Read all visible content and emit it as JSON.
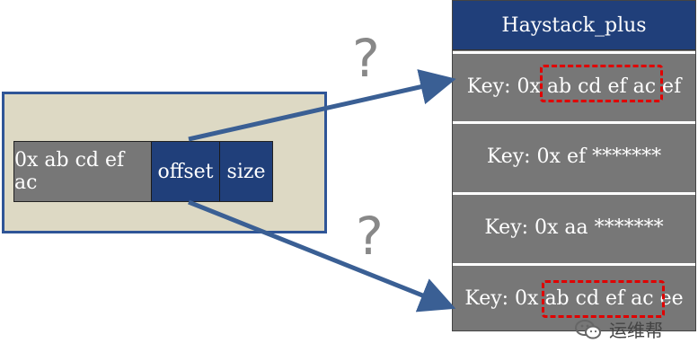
{
  "needle": {
    "key_label": "0x ab cd ef ac",
    "offset_label": "offset",
    "size_label": "size"
  },
  "haystack": {
    "title": "Haystack_plus",
    "rows": [
      "Key: 0x ab cd ef ac ef",
      "Key: 0x ef *******",
      "Key: 0x aa *******",
      "Key: 0x ab cd ef ac ee"
    ]
  },
  "question_mark": "?",
  "watermark": {
    "text": "运维帮",
    "icon": "wechat-icon"
  },
  "colors": {
    "navy": "#203f7a",
    "gray": "#777777",
    "beige": "#ddd9c4",
    "arrow": "#3a5f94",
    "highlight": "#e00000"
  }
}
